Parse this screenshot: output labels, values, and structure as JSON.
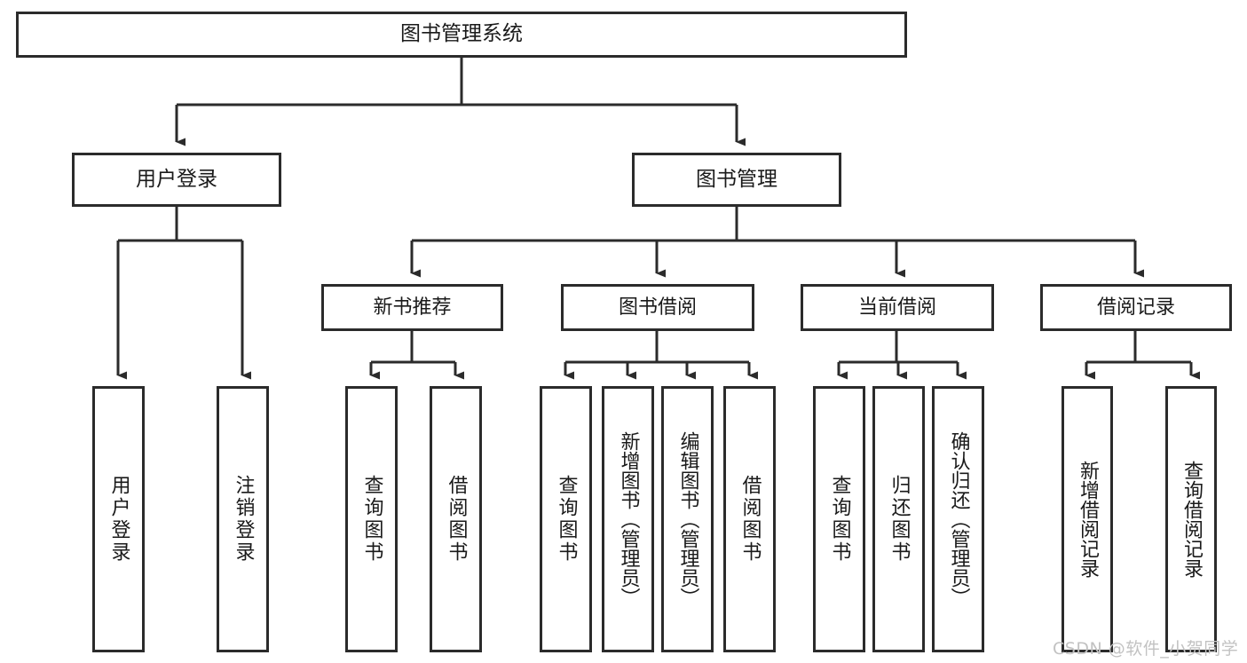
{
  "diagram": {
    "title": "图书管理系统",
    "type": "hierarchy-tree",
    "root": {
      "label": "图书管理系统"
    },
    "level2": [
      {
        "label": "用户登录"
      },
      {
        "label": "图书管理"
      }
    ],
    "level3": [
      {
        "label": "新书推荐"
      },
      {
        "label": "图书借阅"
      },
      {
        "label": "当前借阅"
      },
      {
        "label": "借阅记录"
      }
    ],
    "leaves": {
      "user_login": [
        {
          "label": "用户登录"
        },
        {
          "label": "注销登录"
        }
      ],
      "new_book_recommend": [
        {
          "label": "查询图书"
        },
        {
          "label": "借阅图书"
        }
      ],
      "book_borrow": [
        {
          "label": "查询图书"
        },
        {
          "label": "新增图书（管理员）"
        },
        {
          "label": "编辑图书（管理员）"
        },
        {
          "label": "借阅图书"
        }
      ],
      "current_borrow": [
        {
          "label": "查询图书"
        },
        {
          "label": "归还图书"
        },
        {
          "label": "确认归还（管理员）"
        }
      ],
      "borrow_record": [
        {
          "label": "新增借阅记录"
        },
        {
          "label": "查询借阅记录"
        }
      ]
    }
  },
  "watermark": {
    "text": "CSDN @软件_小贺同学"
  },
  "colors": {
    "border": "#2b2b2b",
    "text": "#1a1a1a",
    "background": "#ffffff",
    "watermark": "#c2c2c2"
  }
}
